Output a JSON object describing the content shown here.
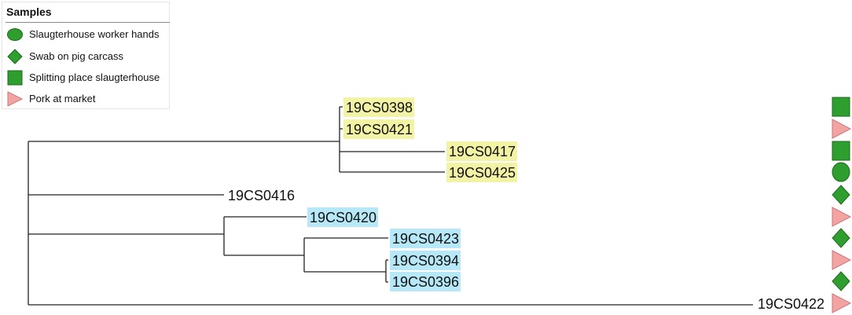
{
  "legend": {
    "title": "Samples",
    "items": [
      {
        "label": "Slaugterhouse worker hands",
        "shape": "ellipse-icon",
        "color": "#2e9e2e"
      },
      {
        "label": "Swab on pig carcass",
        "shape": "diamond-icon",
        "color": "#2e9e2e"
      },
      {
        "label": "Splitting place slaugterhouse",
        "shape": "square-icon",
        "color": "#2e9e2e"
      },
      {
        "label": "Pork at market",
        "shape": "triangle-icon",
        "color": "#f4a3a3"
      }
    ]
  },
  "colors": {
    "highlight_yellow": "#f3f3a5",
    "highlight_blue": "#b6e8f7",
    "branch": "#222222",
    "green": "#2e9e2e",
    "pink": "#f4a3a3"
  },
  "tree": {
    "leaves": [
      {
        "id": "19CS0398",
        "highlight": "yellow",
        "sample": "square-icon"
      },
      {
        "id": "19CS0421",
        "highlight": "yellow",
        "sample": "triangle-icon"
      },
      {
        "id": "19CS0417",
        "highlight": "yellow",
        "sample": "square-icon"
      },
      {
        "id": "19CS0425",
        "highlight": "yellow",
        "sample": "ellipse-icon"
      },
      {
        "id": "19CS0416",
        "highlight": "none",
        "sample": "diamond-icon"
      },
      {
        "id": "19CS0420",
        "highlight": "blue",
        "sample": "triangle-icon"
      },
      {
        "id": "19CS0423",
        "highlight": "blue",
        "sample": "diamond-icon"
      },
      {
        "id": "19CS0394",
        "highlight": "blue",
        "sample": "triangle-icon"
      },
      {
        "id": "19CS0396",
        "highlight": "blue",
        "sample": "diamond-icon"
      },
      {
        "id": "19CS0422",
        "highlight": "none",
        "sample": "triangle-icon"
      }
    ]
  }
}
